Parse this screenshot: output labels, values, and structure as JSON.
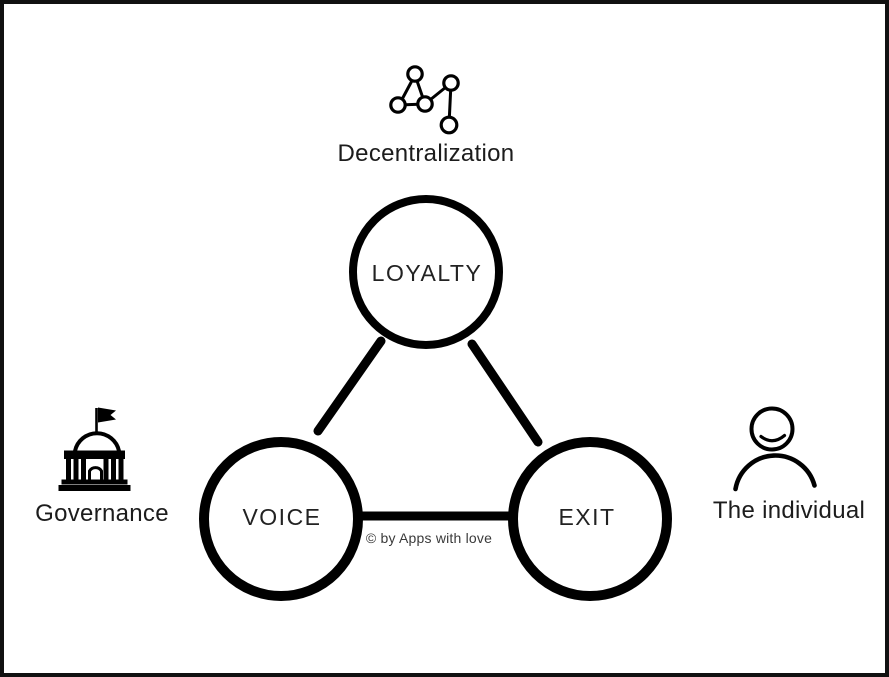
{
  "colors": {
    "ink": "#000000",
    "background": "#ffffff",
    "label_ink": "#1c1c1c",
    "copyright_ink": "#3a3a3a"
  },
  "nodes": [
    {
      "id": "loyalty",
      "label": "LOYALTY"
    },
    {
      "id": "voice",
      "label": "VOICE"
    },
    {
      "id": "exit",
      "label": "EXIT"
    }
  ],
  "annotations": [
    {
      "id": "decentralization",
      "label": "Decentralization",
      "icon": "network-icon"
    },
    {
      "id": "governance",
      "label": "Governance",
      "icon": "government-building-icon"
    },
    {
      "id": "individual",
      "label": "The individual",
      "icon": "person-icon"
    }
  ],
  "copyright": "© by Apps with love"
}
